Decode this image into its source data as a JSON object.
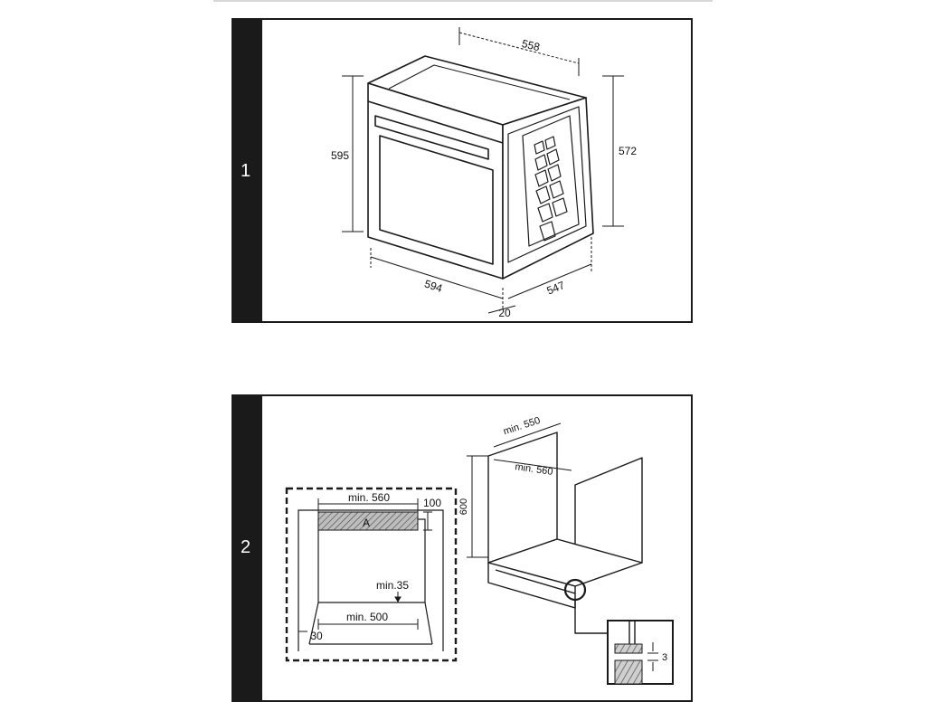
{
  "figures": [
    {
      "number": "1",
      "dimensions": {
        "top_depth": "558",
        "height_front": "595",
        "height_side": "572",
        "width": "594",
        "depth": "547",
        "offset": "20"
      }
    },
    {
      "number": "2",
      "front_view": {
        "width_label": "min. 560",
        "vent_height": "100",
        "vent_label": "A",
        "gap_label": "min.35",
        "bottom_label": "min. 500",
        "side_label": "30"
      },
      "cabinet_view": {
        "depth_label": "min. 550",
        "width_label": "min. 560",
        "height_label": "600"
      },
      "detail_view": {
        "gap_label": "3"
      }
    }
  ]
}
